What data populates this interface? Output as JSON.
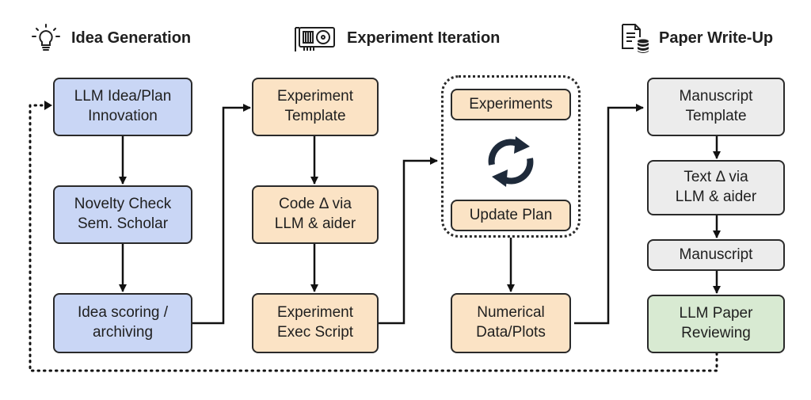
{
  "headers": {
    "idea": "Idea Generation",
    "experiment": "Experiment Iteration",
    "paper": "Paper Write-Up"
  },
  "icons": {
    "idea": "lightbulb-icon",
    "experiment": "gpu-card-icon",
    "paper": "document-database-icon",
    "loop": "cycle-arrows-icon"
  },
  "colors": {
    "idea_stage": "#c9d6f5",
    "experiment_stage": "#fbe3c5",
    "paper_stage": "#ececec",
    "review_stage": "#d8ead2",
    "loop_icon": "#1e2a3a"
  },
  "idea_column": {
    "llm_idea": [
      "LLM Idea/Plan",
      "Innovation"
    ],
    "novelty": [
      "Novelty Check",
      "Sem. Scholar"
    ],
    "scoring": [
      "Idea scoring /",
      "archiving"
    ]
  },
  "experiment_column": {
    "template": [
      "Experiment",
      "Template"
    ],
    "code_delta": [
      "Code Δ via",
      "LLM & aider"
    ],
    "exec_script": [
      "Experiment",
      "Exec Script"
    ]
  },
  "iteration_loop": {
    "experiments": "Experiments",
    "update_plan": "Update Plan",
    "numerical": [
      "Numerical",
      "Data/Plots"
    ]
  },
  "paper_column": {
    "manuscript_template": [
      "Manuscript",
      "Template"
    ],
    "text_delta": [
      "Text Δ via",
      "LLM & aider"
    ],
    "manuscript": "Manuscript",
    "reviewing": [
      "LLM Paper",
      "Reviewing"
    ]
  }
}
